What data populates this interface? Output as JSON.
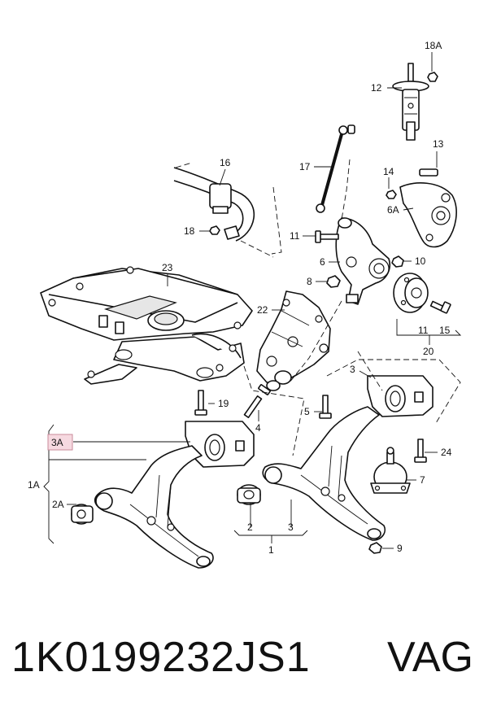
{
  "labels": {
    "c18A": "18A",
    "c12": "12",
    "c17": "17",
    "c13": "13",
    "c16": "16",
    "c14": "14",
    "c6A": "6A",
    "c18": "18",
    "c11a": "11",
    "c10": "10",
    "c23": "23",
    "c6": "6",
    "c8": "8",
    "c22": "22",
    "c11b": "11",
    "c15": "15",
    "c20": "20",
    "c3top": "3",
    "c19": "19",
    "c4": "4",
    "c5": "5",
    "c3A": "3A",
    "c24": "24",
    "c1A": "1A",
    "c7": "7",
    "c2A": "2A",
    "c2": "2",
    "c3bot": "3",
    "c9": "9",
    "c1": "1"
  },
  "footer": {
    "part_number": "1K0199232JS1",
    "brand": "VAG"
  }
}
